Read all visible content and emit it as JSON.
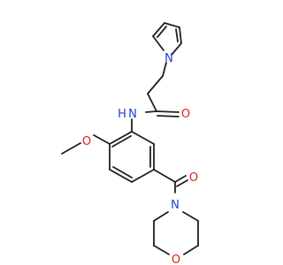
{
  "molecule": {
    "atoms": {
      "n_pyrrole": {
        "label": "N",
        "color": "#1f3fd0"
      },
      "o_amide": {
        "label": "O",
        "color": "#e0201a"
      },
      "nh_amide": {
        "label": "N",
        "color": "#1f3fd0"
      },
      "h_amide": {
        "label": "H",
        "color": "#1f3fd0"
      },
      "o_methoxy": {
        "label": "O",
        "color": "#e0201a"
      },
      "o_carbonyl": {
        "label": "O",
        "color": "#e0201a"
      },
      "n_morpholine": {
        "label": "N",
        "color": "#1f3fd0"
      },
      "o_morpholine": {
        "label": "O",
        "color": "#e0201a"
      }
    },
    "bond_color": "#1f1f1f"
  }
}
